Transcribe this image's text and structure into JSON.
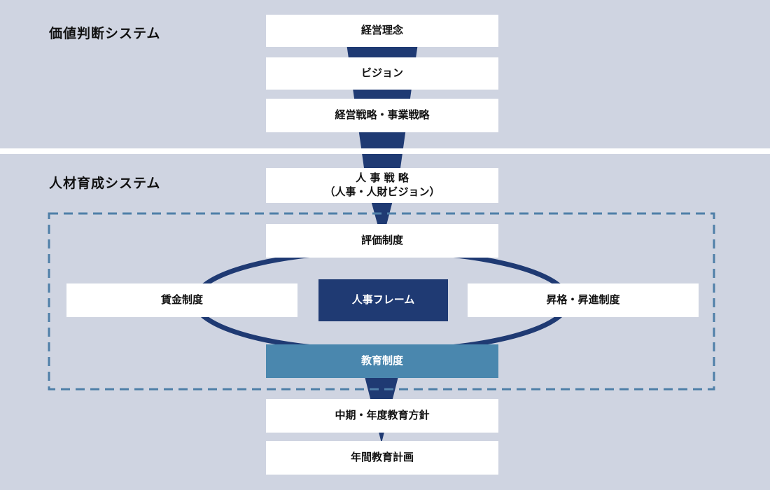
{
  "sections": {
    "value_system_label": "価値判断システム",
    "hr_system_label": "人材育成システム"
  },
  "boxes": {
    "management_philosophy": "経営理念",
    "vision": "ビジョン",
    "business_strategy": "経営戦略・事業戦略",
    "hr_strategy_line1": "人事戦略",
    "hr_strategy_line2": "（人事・人財ビジョン）",
    "evaluation_system": "評価制度",
    "wage_system": "賃金制度",
    "hr_frame": "人事フレーム",
    "promotion_system": "昇格・昇進制度",
    "education_system": "教育制度",
    "midterm_education_policy": "中期・年度教育方針",
    "annual_education_plan": "年間教育計画"
  },
  "colors": {
    "navy": "#1f3a73",
    "teal": "#4a87ae",
    "dash-blue": "#4f7fa8",
    "background": "#cfd4e1",
    "box-white": "#ffffff",
    "text-dark": "#111111"
  }
}
